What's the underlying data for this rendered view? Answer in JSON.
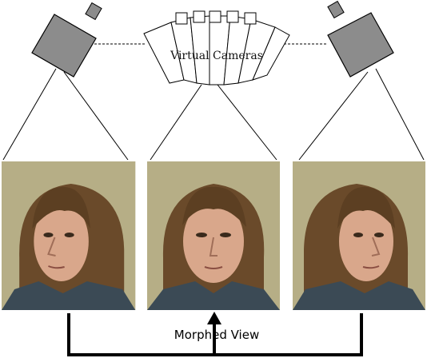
{
  "labels": {
    "virtual_cameras": "Virtual Cameras",
    "morphed_view": "Morphed View"
  },
  "photos": [
    {
      "name": "left-view",
      "pose": "turned-left"
    },
    {
      "name": "morphed-view",
      "pose": "frontal"
    },
    {
      "name": "right-view",
      "pose": "turned-right"
    }
  ],
  "colors": {
    "camera_body": "#8c8c8c",
    "photo_background": "#b6ae86",
    "hair": "#6a4a2a",
    "skin": "#d9a78b",
    "shirt": "#3b4a55",
    "line": "#000000"
  }
}
